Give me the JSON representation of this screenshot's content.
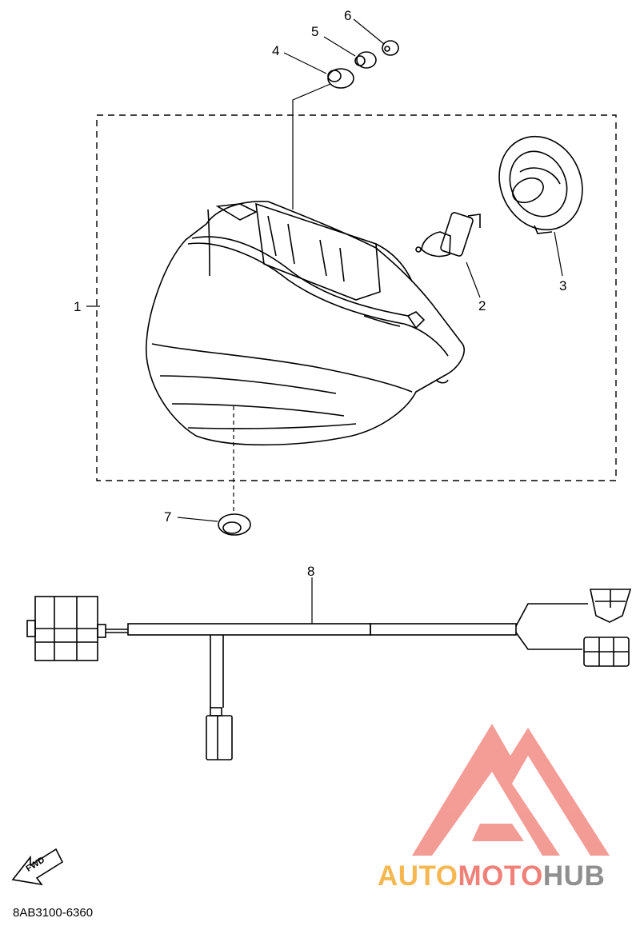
{
  "callouts": [
    {
      "id": "1",
      "text": "1"
    },
    {
      "id": "2",
      "text": "2"
    },
    {
      "id": "3",
      "text": "3"
    },
    {
      "id": "4",
      "text": "4"
    },
    {
      "id": "5",
      "text": "5"
    },
    {
      "id": "6",
      "text": "6"
    },
    {
      "id": "7",
      "text": "7"
    },
    {
      "id": "8",
      "text": "8"
    }
  ],
  "fwd_label": "FWD",
  "diagram_code": "8AB3100-6360",
  "watermark": {
    "parts": [
      "AUTO",
      "MOTO",
      "HUB"
    ],
    "colors": [
      "#f5b850",
      "#f08078",
      "#8f8f8f"
    ],
    "logo_color": "#f28b84"
  }
}
